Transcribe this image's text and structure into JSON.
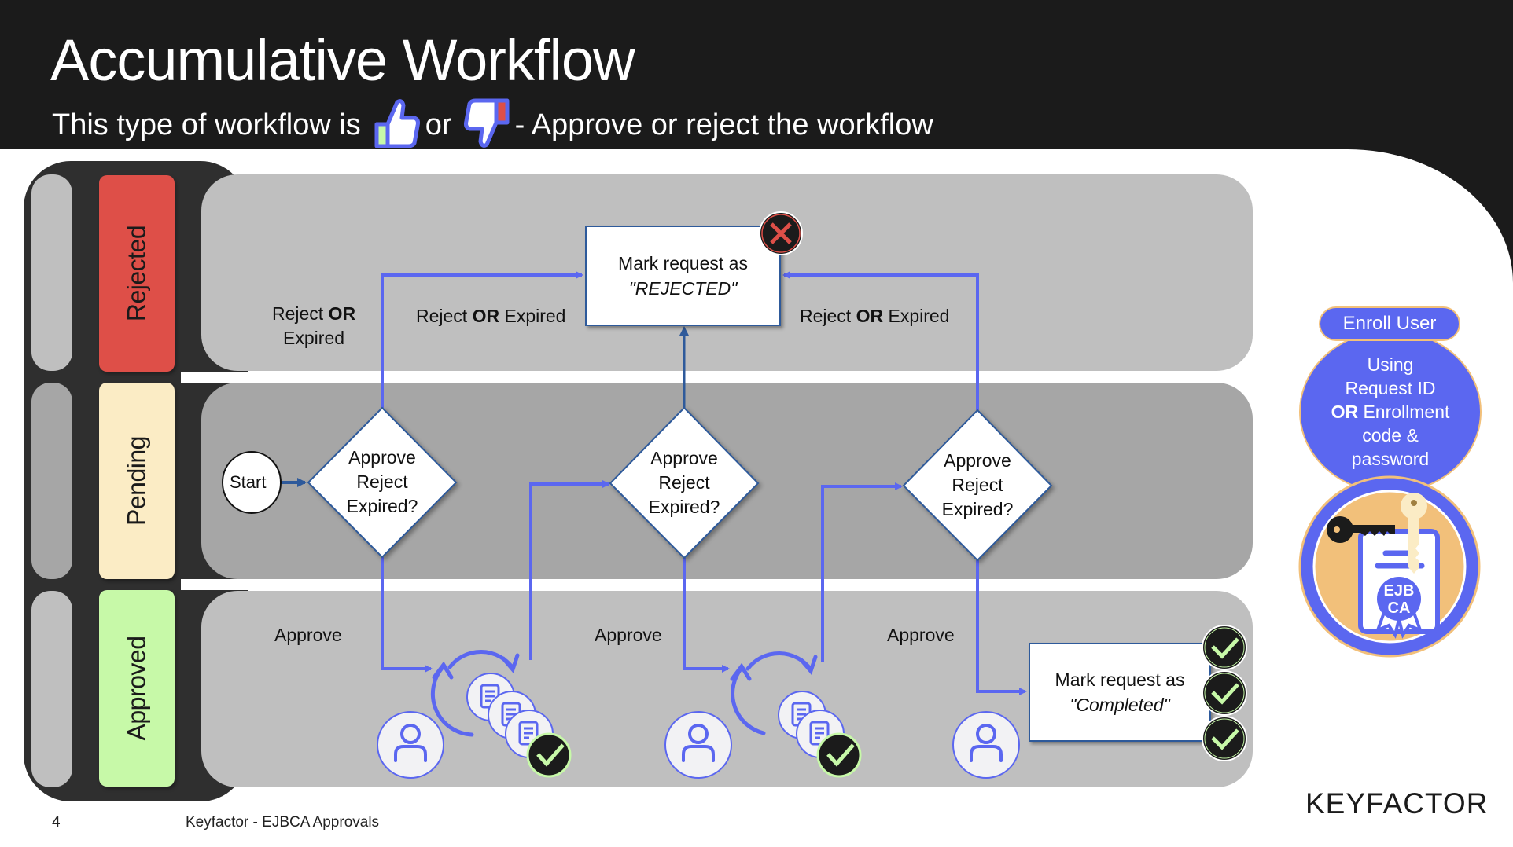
{
  "header": {
    "title": "Accumulative Workflow",
    "subtitle_prefix": "This type of workflow is",
    "subtitle_or": "or",
    "subtitle_suffix": "- Approve or reject the workflow",
    "icons": [
      "thumbs-up-icon",
      "thumbs-down-icon"
    ]
  },
  "lanes": [
    {
      "label": "Rejected",
      "color": "#de4f48"
    },
    {
      "label": "Pending",
      "color": "#fbecc5"
    },
    {
      "label": "Approved",
      "color": "#c7f9a8"
    }
  ],
  "flow": {
    "start": "Start",
    "decision_lines": [
      "Approve",
      "Reject",
      "Expired?"
    ],
    "rejected_box": {
      "line1": "Mark request as",
      "line2": "\"REJECTED\""
    },
    "completed_box": {
      "line1": "Mark request as",
      "line2": "\"Completed\""
    },
    "label_reject_or_expired_left": {
      "part1": "Reject ",
      "bold": "OR",
      "part2": "Expired"
    },
    "label_reject_or_expired": {
      "part1": "Reject ",
      "bold": "OR",
      "part2": " Expired"
    },
    "approve_label": "Approve"
  },
  "enroll": {
    "title": "Enroll User",
    "line1": "Using",
    "line2": "Request ID",
    "line3_bold": "OR",
    "line3": " Enrollment",
    "line4": "code &",
    "line5": "password",
    "badge_text_1": "EJB",
    "badge_text_2": "CA"
  },
  "colors": {
    "accent": "#5b67f0",
    "dark": "#1b1b1b",
    "lane_light": "#bfbfbf",
    "lane_mid": "#a6a6a6",
    "box_border": "#2e5a9b",
    "check_green": "#c7f9a8",
    "reject_red": "#de4f48",
    "badge_orange": "#f2c07a"
  },
  "footer": {
    "page_number": "4",
    "text": "Keyfactor - EJBCA Approvals",
    "logo": "KEYFACTOR"
  }
}
